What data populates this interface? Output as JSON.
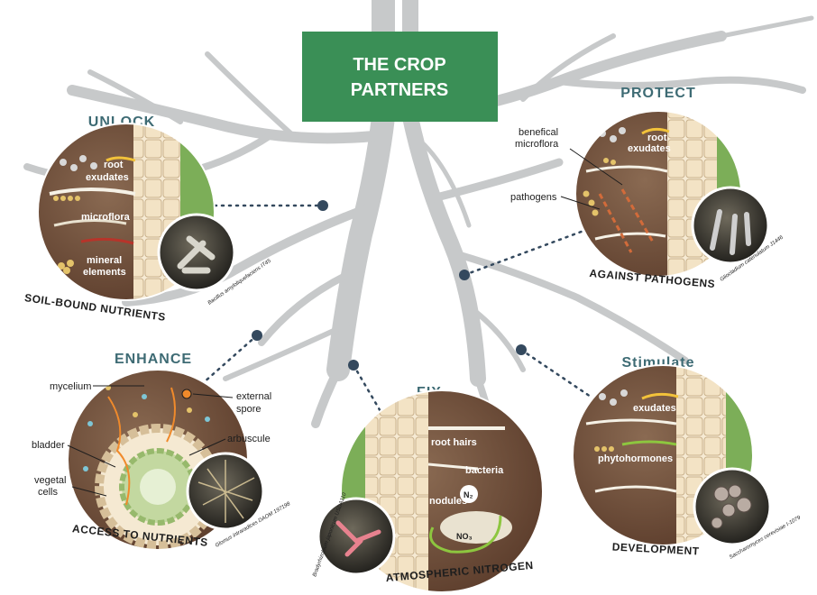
{
  "title": {
    "line1": "THE CROP",
    "line2": "PARTNERS",
    "bg_color": "#3a8f56"
  },
  "colors": {
    "root_gray": "#c7c9ca",
    "heading_teal": "#3e6b74",
    "soil_brown": "#6b4a37",
    "dot": "#34495e",
    "label": "#1e1e1e"
  },
  "panels": {
    "unlock": {
      "heading": "UNLOCK",
      "caption": "SOIL-BOUND NUTRIENTS",
      "labels": {
        "root_exudates_1": "root",
        "root_exudates_2": "exudates",
        "microflora": "microflora",
        "mineral_1": "mineral",
        "mineral_2": "elements"
      },
      "species": "Bacillus amyloliquefaciens IT45"
    },
    "protect": {
      "heading": "PROTECT",
      "caption": "AGAINST PATHOGENS",
      "labels": {
        "root_exudates_1": "root",
        "root_exudates_2": "exudates",
        "beneficial_1": "benefical",
        "beneficial_2": "microflora",
        "pathogens": "pathogens"
      },
      "species": "Gliocladium catenulatum J1446"
    },
    "enhance": {
      "heading": "ENHANCE",
      "caption": "ACCESS TO NUTRIENTS",
      "labels": {
        "mycelium": "mycelium",
        "external_1": "external",
        "external_2": "spore",
        "bladder": "bladder",
        "arbuscule": "arbuscule",
        "vegetal_1": "vegetal",
        "vegetal_2": "cells"
      },
      "species": "Glomus intraradices DAOM 197198"
    },
    "fix": {
      "heading": "FIX",
      "caption": "ATMOSPHERIC NITROGEN",
      "labels": {
        "root_hairs": "root hairs",
        "bacteria": "bacteria",
        "nodules": "nodules",
        "n2": "N₂",
        "no3": "NO₃"
      },
      "species": "Bradyrhizobium japonicum USDA110"
    },
    "stimulate": {
      "heading": "Stimulate",
      "caption": "DEVELOPMENT",
      "labels": {
        "exudates": "exudates",
        "phytohormones": "phytohormones"
      },
      "species": "Saccharomyces cerevisiae I-1079"
    }
  }
}
